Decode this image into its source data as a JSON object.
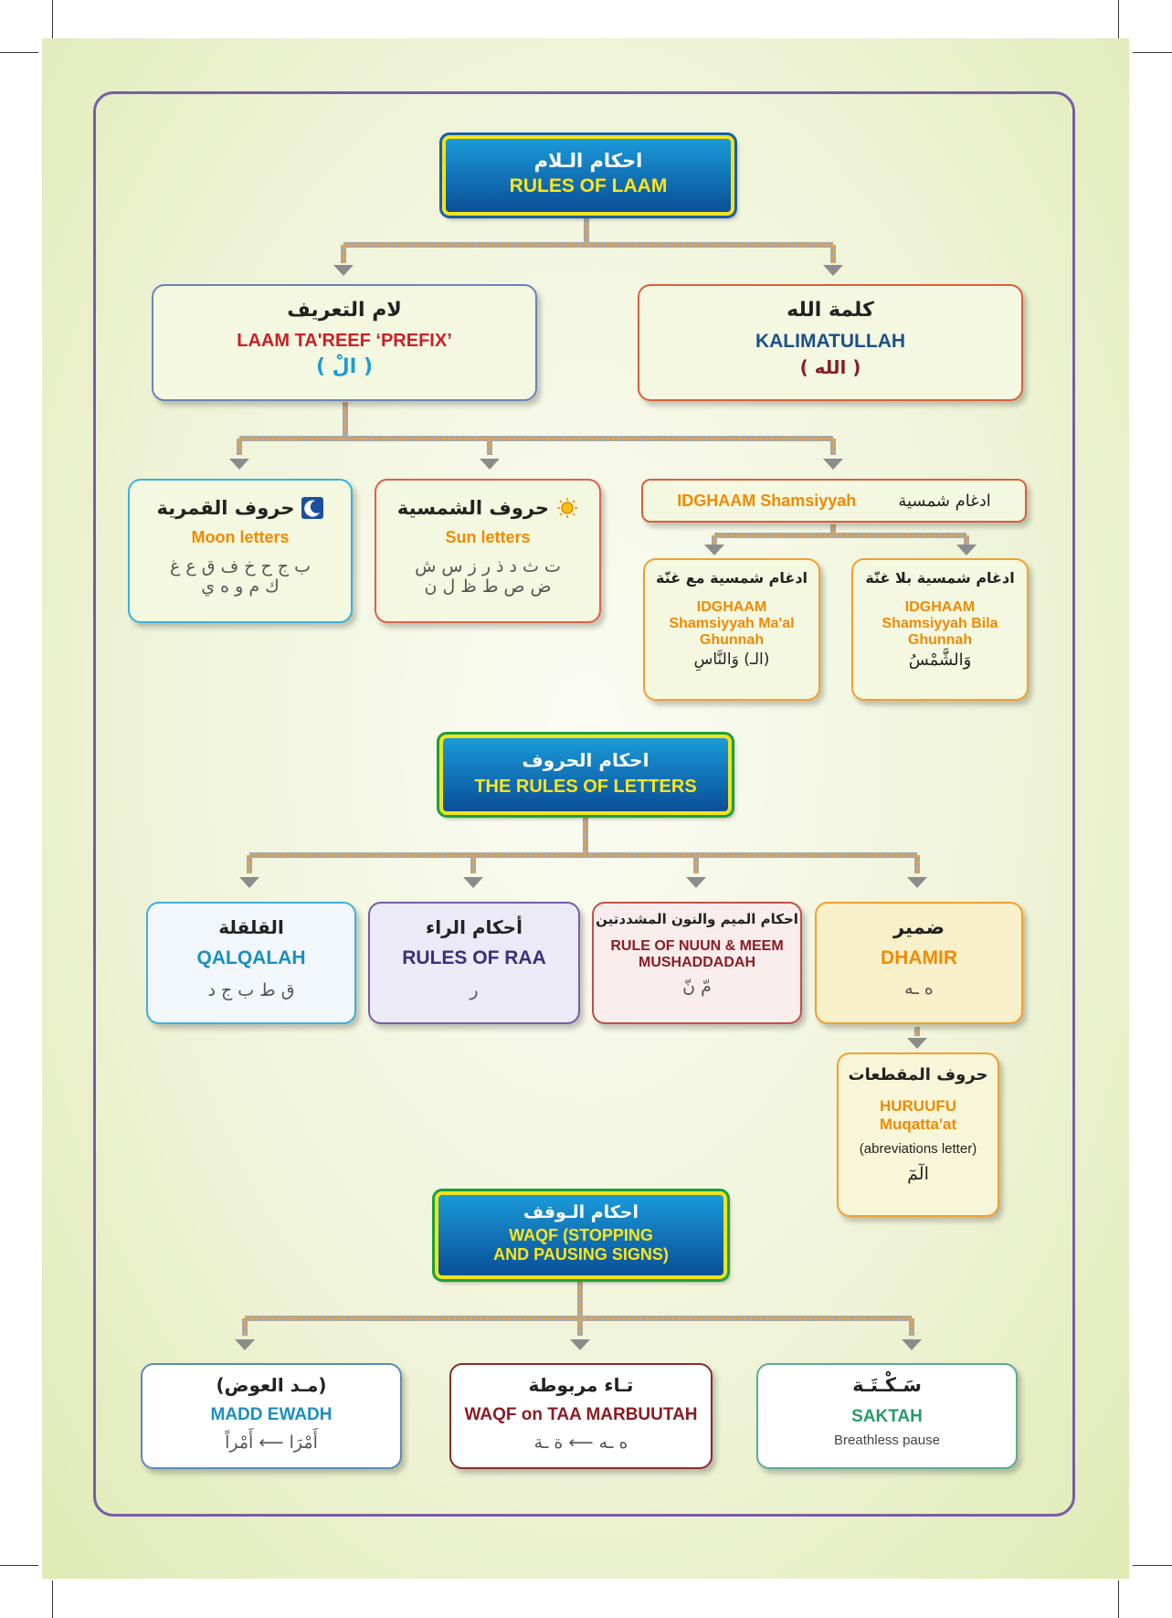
{
  "laam": {
    "header": {
      "ar": "احكام الـلام",
      "en": "RULES OF LAAM"
    },
    "tareef": {
      "ar": "لام التعريف",
      "en": "LAAM TA'REEF ‘PREFIX’",
      "ex": "( الْ )"
    },
    "kalimatullah": {
      "ar": "كلمة الله",
      "en": "KALIMATULLAH",
      "ex": "( الله )"
    },
    "qamariyah": {
      "ar": "حروف القمرية",
      "en": "Moon letters",
      "ex1": "ب ج ح خ ف ق ع غ",
      "ex2": "ك م و ه ي"
    },
    "shamsiyah": {
      "ar": "حروف الشمسية",
      "en": "Sun letters",
      "ex1": "ت ث د ذ ر ز س ش",
      "ex2": "ض ص ط ظ ل ن"
    },
    "idghaam": {
      "en": "IDGHAAM Shamsiyyah",
      "ar": "ادغام شمسية"
    },
    "maal": {
      "ar": "ادغام شمسية مع غنّة",
      "en1": "IDGHAAM",
      "en2": "Shamsiyyah Ma'al",
      "en3": "Ghunnah",
      "ex": "(الـ) وَالنَّاسِ"
    },
    "bila": {
      "ar": "ادغام شمسية بلا غنّة",
      "en1": "IDGHAAM",
      "en2": "Shamsiyyah Bila",
      "en3": "Ghunnah",
      "ex": "وَالشَّمْسُ"
    }
  },
  "huruf": {
    "header": {
      "ar": "احكام الحروف",
      "en": "THE RULES OF LETTERS"
    },
    "qalqalah": {
      "ar": "القلقلة",
      "en": "QALQALAH",
      "ex": "ق ط ب ج د"
    },
    "raa": {
      "ar": "أحكام الراء",
      "en": "RULES OF RAA",
      "ex": "ر"
    },
    "nuun": {
      "ar": "احكام الميم والنون المشددتين",
      "en1": "RULE OF NUUN & MEEM",
      "en2": "MUSHADDADAH",
      "ex": "مّ نّ"
    },
    "dhamir": {
      "ar": "ضمير",
      "en": "DHAMIR",
      "ex": "ه ـه"
    },
    "muqattaat": {
      "ar": "حروف المقطعات",
      "en1": "HURUUFU",
      "en2": "Muqatta'at",
      "note": "(abreviations letter)",
      "ex": "الٓمٓ"
    }
  },
  "waqf": {
    "header": {
      "ar": "احكام الـوقف",
      "en1": "WAQF (STOPPING",
      "en2": "AND PAUSING SIGNS)"
    },
    "madd": {
      "ar": "(مـد العوض)",
      "en": "MADD EWADH",
      "ex": "أَمْرَا ⟵ أَمْراً"
    },
    "taa": {
      "ar": "تـاء مربوطة",
      "en": "WAQF on TAA MARBUUTAH",
      "ex": "ه ـه ⟵ ة ـة"
    },
    "saktah": {
      "ar": "سَـكْـتَـة",
      "en": "SAKTAH",
      "note": "Breathless pause"
    }
  },
  "colors": {
    "frame": "#7a5ca6",
    "red": "#c8202a",
    "navy": "#1b4f8c",
    "orange": "#f08a00",
    "teal": "#1a8fbf",
    "purple": "#3a2f7a",
    "maroon": "#8a1c24",
    "green": "#2a9a6a"
  }
}
